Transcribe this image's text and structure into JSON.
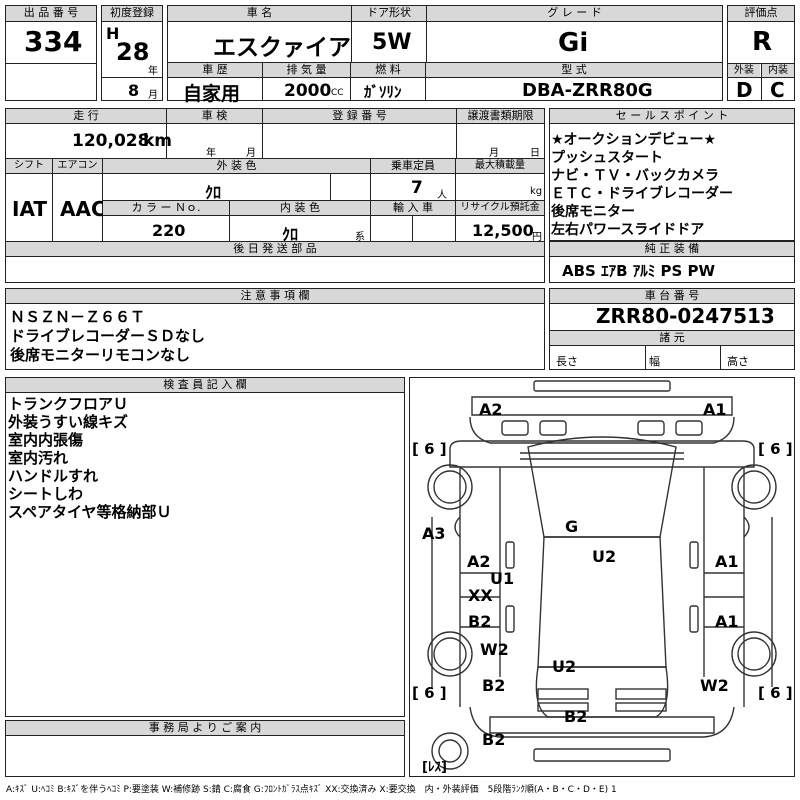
{
  "header": {
    "lot_label": "出 品 番 号",
    "lot_no": "334",
    "first_reg_label": "初度登録",
    "era": "H",
    "year": "28",
    "year_unit": "年",
    "month": "8",
    "month_unit": "月",
    "car_name_label": "車 名",
    "car_name": "エスクァイア",
    "door_label": "ドア形状",
    "door": "5W",
    "grade_label": "グ レ ー ド",
    "grade": "Gi",
    "score_label": "評価点",
    "score": "R",
    "history_label": "車 歴",
    "history": "自家用",
    "displacement_label": "排 気 量",
    "displacement": "2000",
    "displacement_unit": "CC",
    "fuel_label": "燃 料",
    "fuel": "ｶﾞｿﾘﾝ",
    "model_label": "型 式",
    "model": "DBA-ZRR80G",
    "exterior_label": "外装",
    "exterior": "D",
    "interior_label": "内装",
    "interior": "C"
  },
  "row2": {
    "mileage_label": "走 行",
    "mileage": "120,028",
    "mileage_unit": "km",
    "inspection_label": "車 検",
    "insp_year_unit": "年",
    "insp_month_unit": "月",
    "reg_no_label": "登 録 番 号",
    "transfer_label": "譲渡書類期限",
    "transfer_month_unit": "月",
    "transfer_day_unit": "日",
    "shift_label": "シフト",
    "shift": "IAT",
    "ac_label": "エアコン",
    "ac": "AAC",
    "ext_color_label": "外 装 色",
    "ext_color": "ｸﾛ",
    "capacity_label": "乗車定員",
    "capacity": "7",
    "capacity_unit": "人",
    "max_load_label": "最大積載量",
    "max_load_unit": "kg",
    "color_no_label": "カ ラ ー Ｎｏ.",
    "color_no": "220",
    "int_color_label": "内 装 色",
    "int_color": "ｸﾛ",
    "int_color_unit": "系",
    "import_label": "輸 入 車",
    "recycle_label": "リサイクル預託金",
    "recycle": "12,500",
    "recycle_unit": "円",
    "later_label": "後 日 発 送 部 品"
  },
  "sales_points": {
    "label": "セ ー ル ス ポ イ ン ト",
    "items": [
      "★オークションデビュー★",
      "プッシュスタート",
      "ナビ・ＴＶ・バックカメラ",
      "ＥＴＣ・ドライブレコーダー",
      "後席モニター",
      "左右パワースライドドア"
    ]
  },
  "equipment": {
    "label": "純 正 装 備",
    "value": "ABS ｴｱB ｱﾙﾐ PS PW"
  },
  "notes": {
    "label": "注 意 事 項 欄",
    "lines": [
      "ＮＳＺＮ－Ｚ６６Ｔ",
      "ドライブレコーダーＳＤなし",
      "後席モニターリモコンなし"
    ]
  },
  "chassis": {
    "label": "車 台 番 号",
    "value": "ZRR80-0247513",
    "spec_label": "諸 元",
    "length": "長さ",
    "width": "幅",
    "height": "高さ"
  },
  "inspector": {
    "label": "検 査 員 記 入 欄",
    "lines": [
      "トランクフロアＵ",
      "外装うすい線キズ",
      "室内内張傷",
      "室内汚れ",
      "ハンドルすれ",
      "シートしわ",
      "スペアタイヤ等格納部Ｕ"
    ]
  },
  "office": {
    "label": "事 務 局 よ り ご 案 内"
  },
  "diagram": {
    "marks": [
      "A2",
      "A1",
      "A3",
      "G",
      "U2",
      "A2",
      "U1",
      "A1",
      "XX",
      "B2",
      "A1",
      "W2",
      "U2",
      "B2",
      "W2",
      "B2",
      "B2"
    ],
    "tires": [
      "[ 6 ]",
      "[ 6 ]",
      "[ 6 ]",
      "[ 6 ]"
    ],
    "rest": "[ﾚｽ]"
  },
  "legend": "A:ｷｽﾞ U:ﾍｺﾐ B:ｷｽﾞを伴うﾍｺﾐ P:要塗装 W:補修跡 S:錆 C:腐食 G:ﾌﾛﾝﾄｶﾞﾗｽ点ｷｽﾞ XX:交換済み X:要交換　内・外装評価　5段階ﾗﾝｸ順(A・B・C・D・E) 1"
}
